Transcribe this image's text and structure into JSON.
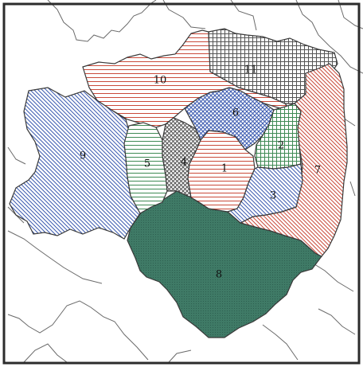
{
  "map": {
    "frame_color": "#2b2b2b",
    "background": "#ffffff",
    "zones": [
      {
        "id": "1",
        "label": "1",
        "pattern": "hstripe",
        "color": "#c94a3a"
      },
      {
        "id": "2",
        "label": "2",
        "pattern": "vstripe",
        "color": "#3f8a55"
      },
      {
        "id": "3",
        "label": "3",
        "pattern": "diag",
        "color": "#3a5ab0"
      },
      {
        "id": "4",
        "label": "4",
        "pattern": "xhatch",
        "color": "#555555"
      },
      {
        "id": "5",
        "label": "5",
        "pattern": "hstripe",
        "color": "#3f8a55"
      },
      {
        "id": "6",
        "label": "6",
        "pattern": "xhatch",
        "color": "#3a5ab0"
      },
      {
        "id": "7",
        "label": "7",
        "pattern": "diag",
        "color": "#c94a3a"
      },
      {
        "id": "8",
        "label": "8",
        "pattern": "solid",
        "color": "#3f7a66"
      },
      {
        "id": "9",
        "label": "9",
        "pattern": "diag",
        "color": "#3a5ab0"
      },
      {
        "id": "10",
        "label": "10",
        "pattern": "hstripe",
        "color": "#c94a3a"
      },
      {
        "id": "11",
        "label": "11",
        "pattern": "grid",
        "color": "#555555"
      }
    ]
  }
}
